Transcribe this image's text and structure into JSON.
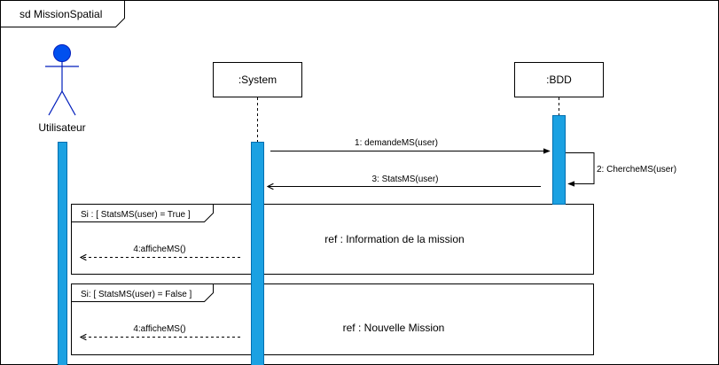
{
  "frame": {
    "title": "sd MissionSpatial"
  },
  "actor": {
    "label": "Utilisateur"
  },
  "participants": {
    "system": ":System",
    "bdd": ":BDD"
  },
  "messages": {
    "m1": "1: demandeMS(user)",
    "m2": "2: ChercheMS(user)",
    "m3": "3: StatsMS(user)",
    "m4a": "4:afficheMS()",
    "m4b": "4:afficheMS()"
  },
  "fragments": {
    "opt1": {
      "guard": "Si : [ StatsMS(user) = True ]",
      "ref": "ref : Information de la mission"
    },
    "opt2": {
      "guard": "Si: [ StatsMS(user) = False ]",
      "ref": "ref : Nouvelle Mission"
    }
  },
  "colors": {
    "activation": "#1BA1E2",
    "activation_stroke": "#006EAF",
    "actor_head": "#0050EF",
    "actor_head_stroke": "#001DBC",
    "line": "#000000"
  }
}
